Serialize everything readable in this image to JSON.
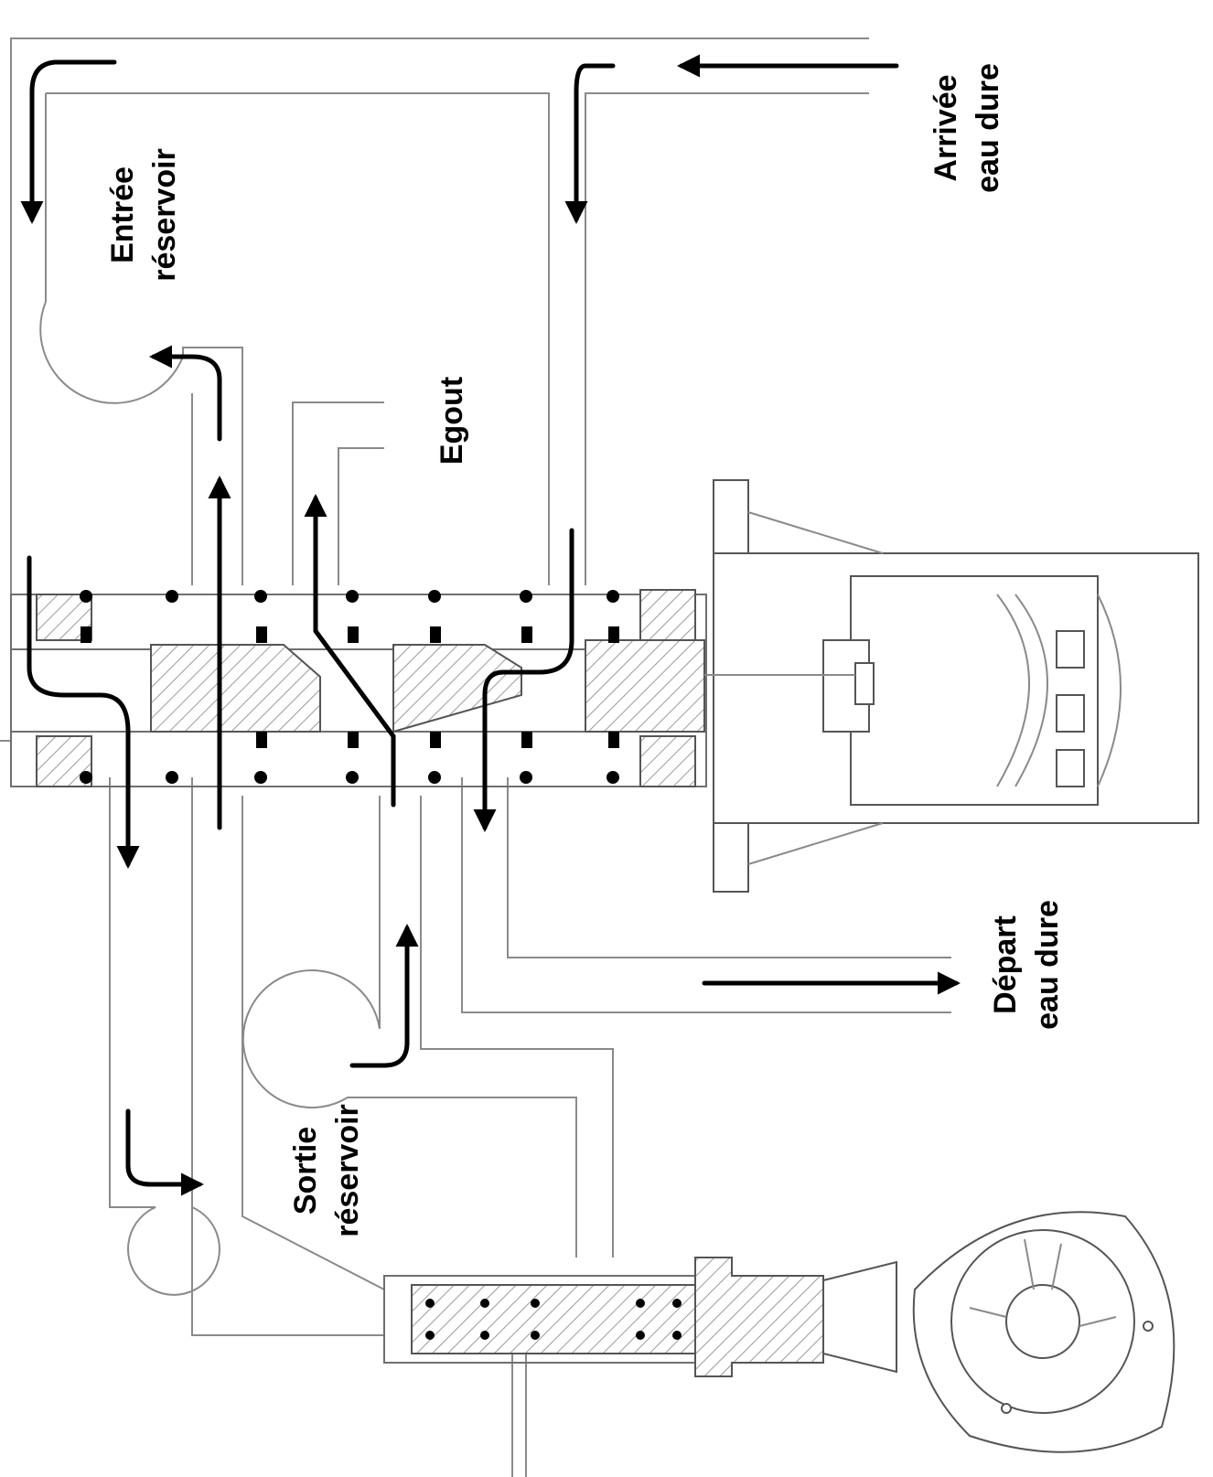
{
  "labels": {
    "arrivee_line1": "Arrivée",
    "arrivee_line2": "eau dure",
    "entree_line1": "Entrée",
    "entree_line2": "réservoir",
    "egout": "Egout",
    "depart_line1": "Départ",
    "depart_line2": "eau dure",
    "sortie_line1": "Sortie",
    "sortie_line2": "réservoir"
  },
  "colors": {
    "flow_arrow": "#000000",
    "pipe_line": "#8a8a8a",
    "background": "#ffffff"
  }
}
